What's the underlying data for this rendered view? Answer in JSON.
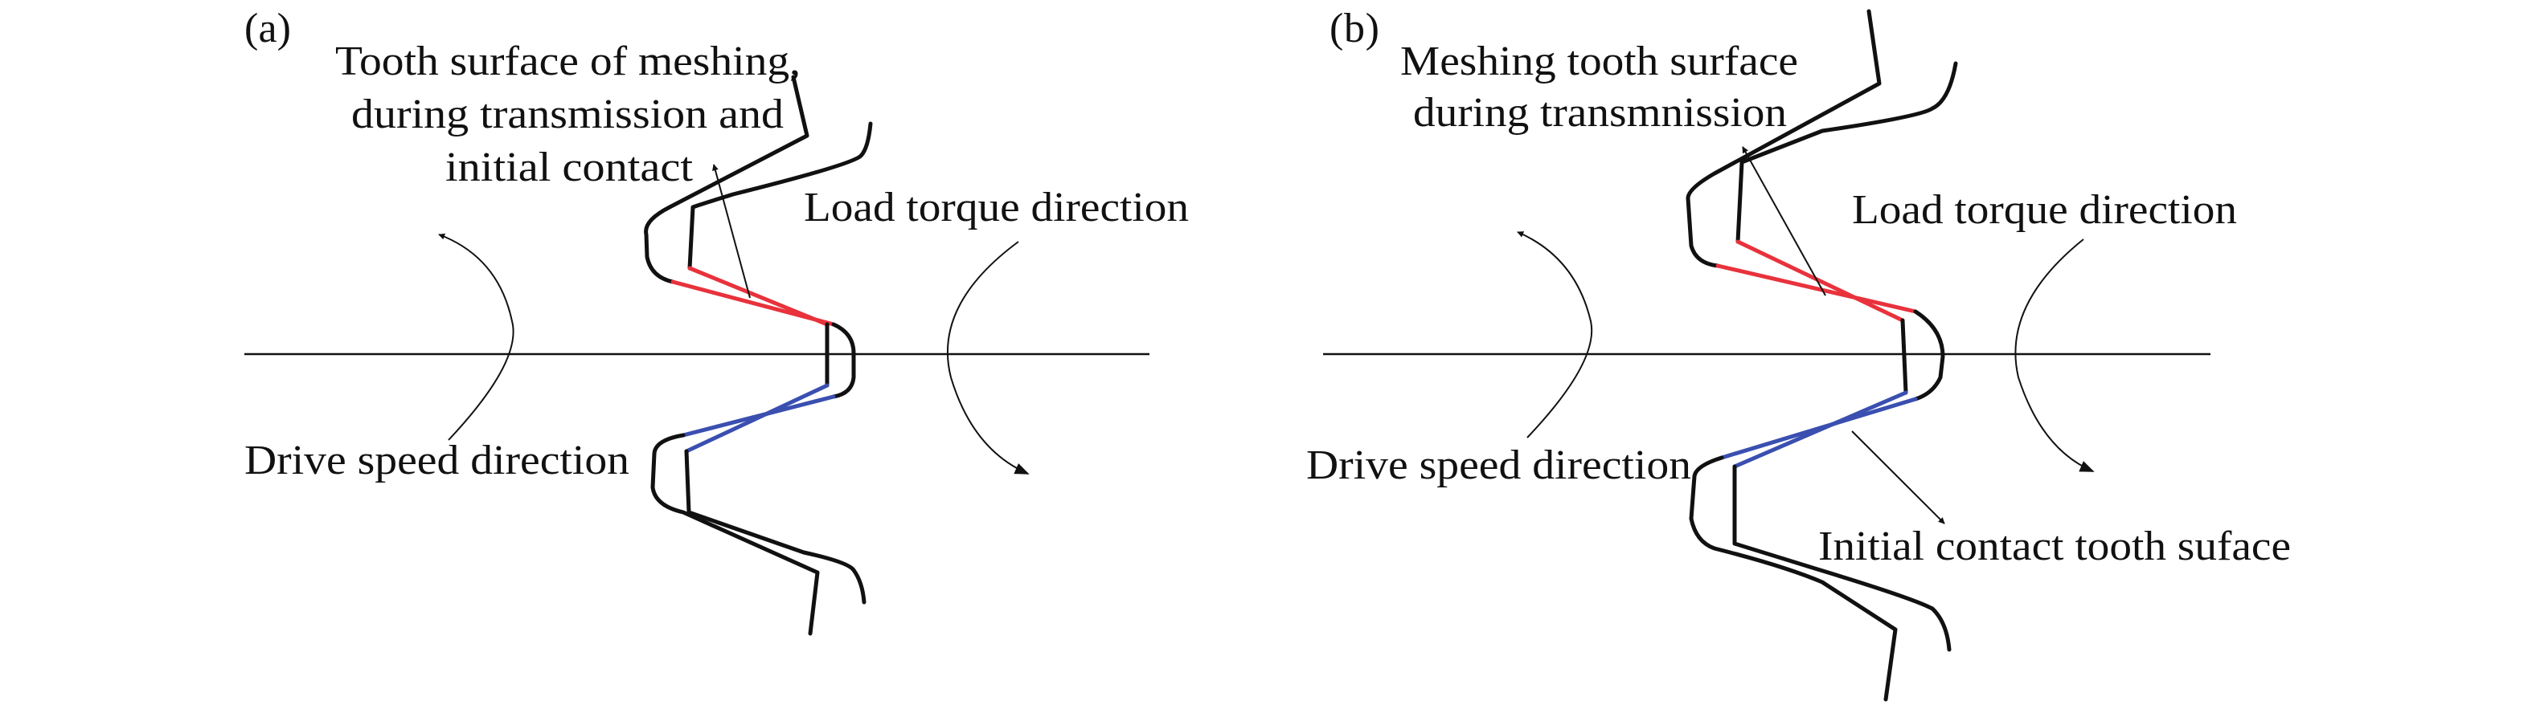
{
  "colors": {
    "meshing_surface": "#e8323c",
    "initial_contact_surface": "#3a4fb0",
    "profile": "#111111"
  },
  "panel_a": {
    "label": "(a)",
    "meshing_label": [
      "Tooth surface of meshing,",
      "during transmission and",
      "initial contact"
    ],
    "load_torque": "Load torque direction",
    "drive_speed": "Drive speed direction"
  },
  "panel_b": {
    "label": "(b)",
    "meshing_label": [
      "Meshing tooth surface",
      "during transmnission"
    ],
    "load_torque": "Load torque direction",
    "drive_speed": "Drive speed direction",
    "initial_contact": "Initial contact tooth suface"
  }
}
